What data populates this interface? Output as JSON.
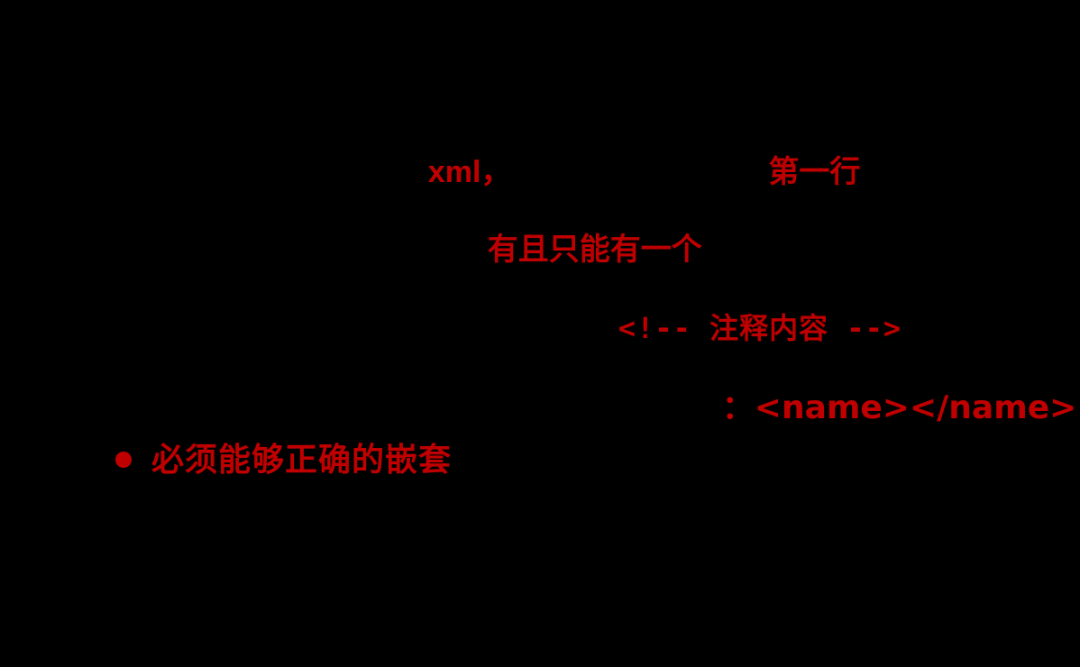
{
  "slide": {
    "background_color": "#000000",
    "highlight_color": "#C00000",
    "body_color": "#000000",
    "lines": [
      {
        "id": "declaration",
        "hidden_prefix": "",
        "highlight_1": "xml，",
        "hidden_middle": "",
        "highlight_2": "第一行"
      },
      {
        "id": "root-element",
        "hidden_prefix": "",
        "highlight": "有且只能有一个"
      },
      {
        "id": "comment",
        "hidden_prefix": "",
        "highlight": "<!-- 注释内容 -->"
      },
      {
        "id": "tag-pair",
        "hidden_prefix": "",
        "highlight": "：<name></name>"
      },
      {
        "id": "nesting-rule",
        "bullet": "●",
        "highlight": "必须能够正确的嵌套"
      }
    ]
  }
}
